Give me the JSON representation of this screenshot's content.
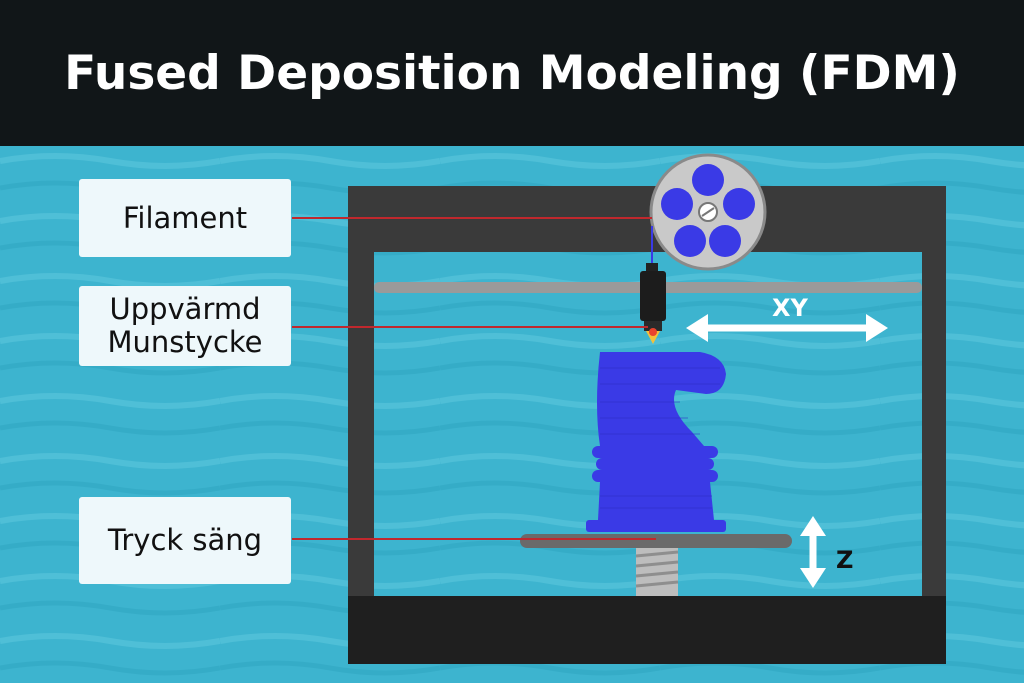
{
  "title": "Fused Deposition Modeling (FDM)",
  "labels": {
    "filament": "Filament",
    "nozzle": "Uppvärmd Munstycke",
    "bed": "Tryck säng"
  },
  "axes": {
    "xy": "XY",
    "z": "Z"
  },
  "colors": {
    "header_bg": "#111618",
    "background": "#3db4cf",
    "frame": "#3a3a3a",
    "print_object": "#3a3ae6",
    "leader_line": "#c0282d",
    "label_bg": "#eef8fb"
  },
  "icons": {
    "spool": "filament-spool-icon",
    "extruder": "extruder-icon",
    "arrow_xy": "double-arrow-horizontal-icon",
    "arrow_z": "double-arrow-vertical-icon"
  }
}
